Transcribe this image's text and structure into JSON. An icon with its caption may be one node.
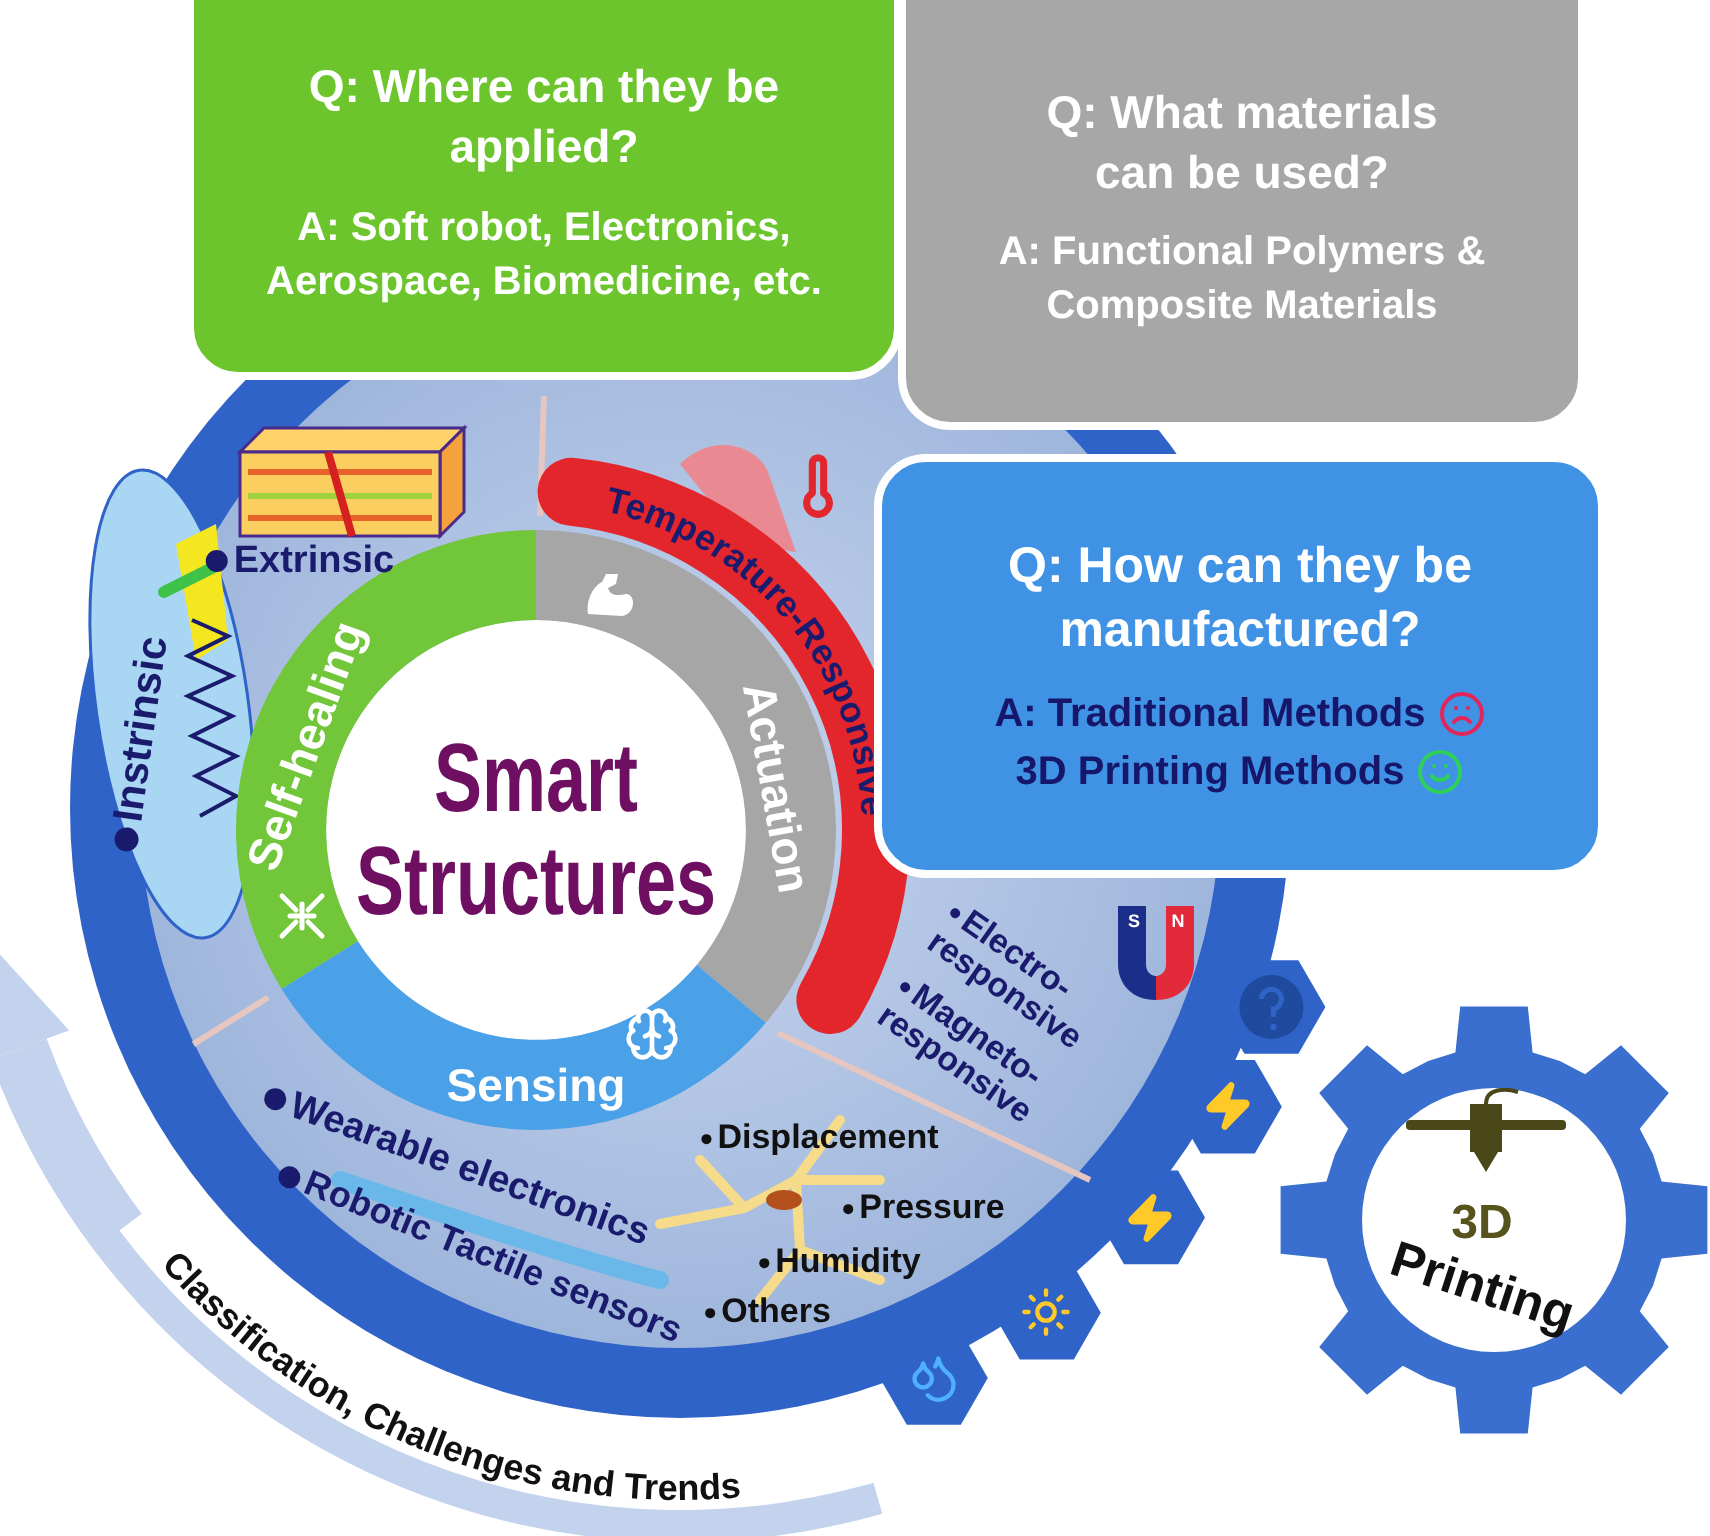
{
  "diagram": {
    "nodes": [
      {
        "text": [
          "Q: Where can they be applied?",
          "A: Soft robot, Electronics, Aerospace, Biomedicine, etc."
        ]
      },
      {
        "text": [
          "Q: What materials can be used?",
          "A: Functional Polymers & Composite Materials"
        ]
      },
      {
        "text": [
          "Q: How can they be manufactured?",
          "A: Traditional Methods",
          "3D Printing Methods"
        ]
      },
      {
        "text": [
          "Smart Structures"
        ]
      },
      {
        "text": [
          "Self-healing"
        ]
      },
      {
        "text": [
          "Actuation"
        ]
      },
      {
        "text": [
          "Sensing"
        ]
      },
      {
        "text": [
          "3D",
          "Printing"
        ]
      }
    ],
    "labels": [
      "Extrinsic",
      "Instrinsic",
      "Temperature-Responsive",
      "S",
      "N",
      "Electro-responsive",
      "Magneto-responsive",
      "Wearable electronics",
      "Robotic Tactile sensors",
      "Displacement",
      "Pressure",
      "Humidity",
      "Others",
      "Classification, Challenges and Trends"
    ]
  }
}
